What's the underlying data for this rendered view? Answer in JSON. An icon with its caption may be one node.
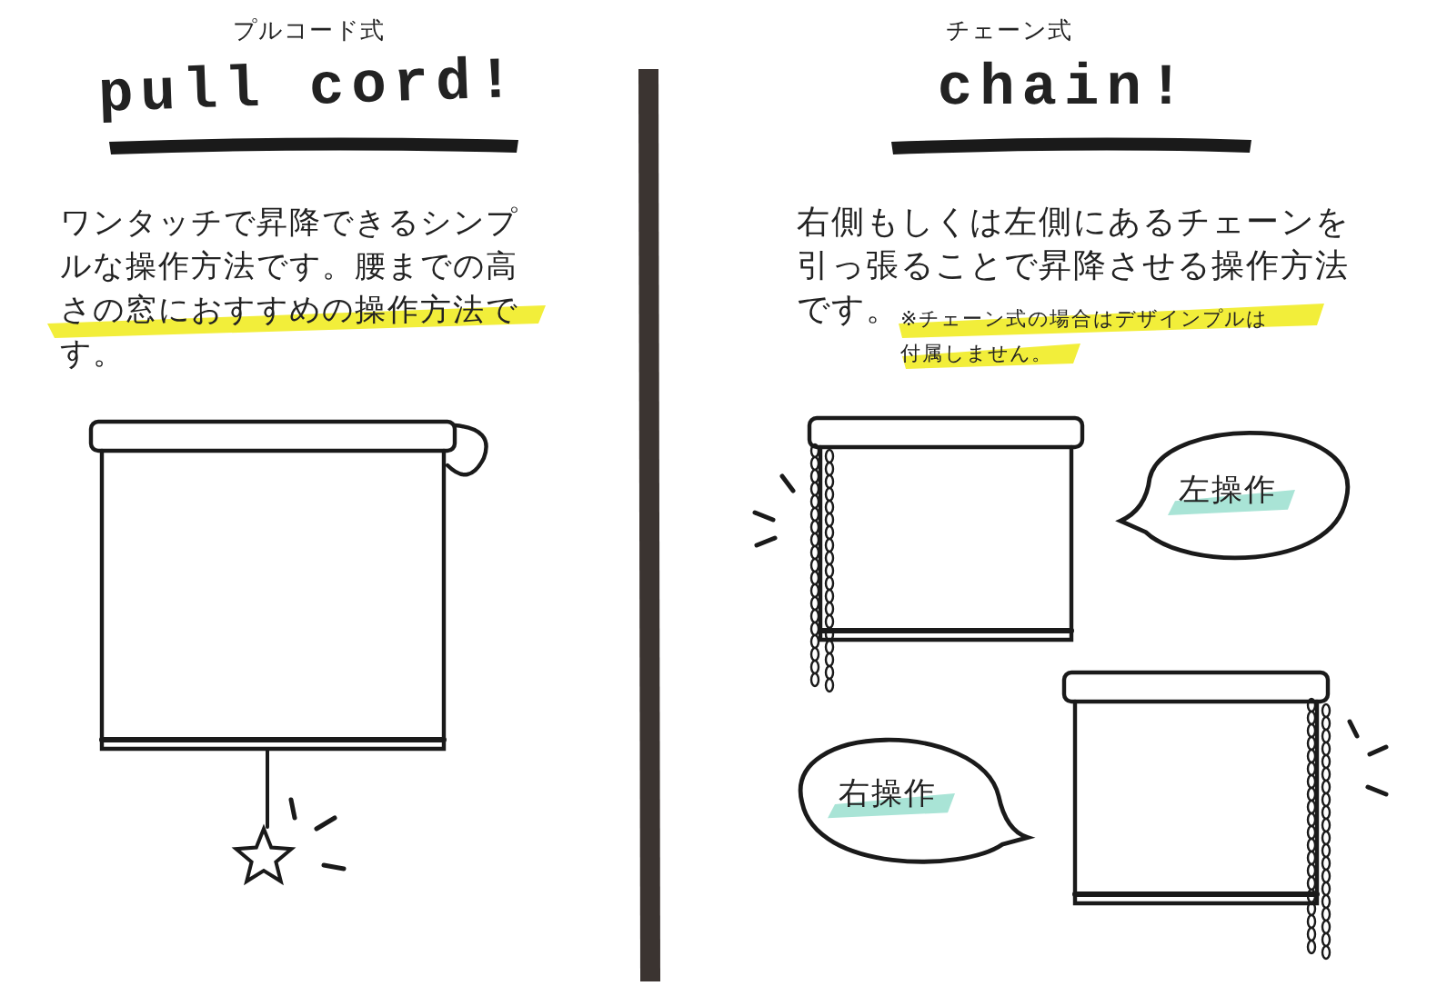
{
  "diagram": {
    "nodes": [
      {
        "text": [
          "左操作"
        ]
      },
      {
        "text": [
          "右操作"
        ]
      }
    ],
    "labels": [
      "プルコード式",
      "pull cord!",
      "ワンタッチで昇降できるシンプルな操作方法です。腰までの高さの窓におすすめの操作方法です。",
      "チェーン式",
      "chain!",
      "右側もしくは左側にあるチェーンを引っ張ることで昇降させる操作方法です。",
      "※チェーン式の場合はデザインプルは付属しません。"
    ]
  }
}
